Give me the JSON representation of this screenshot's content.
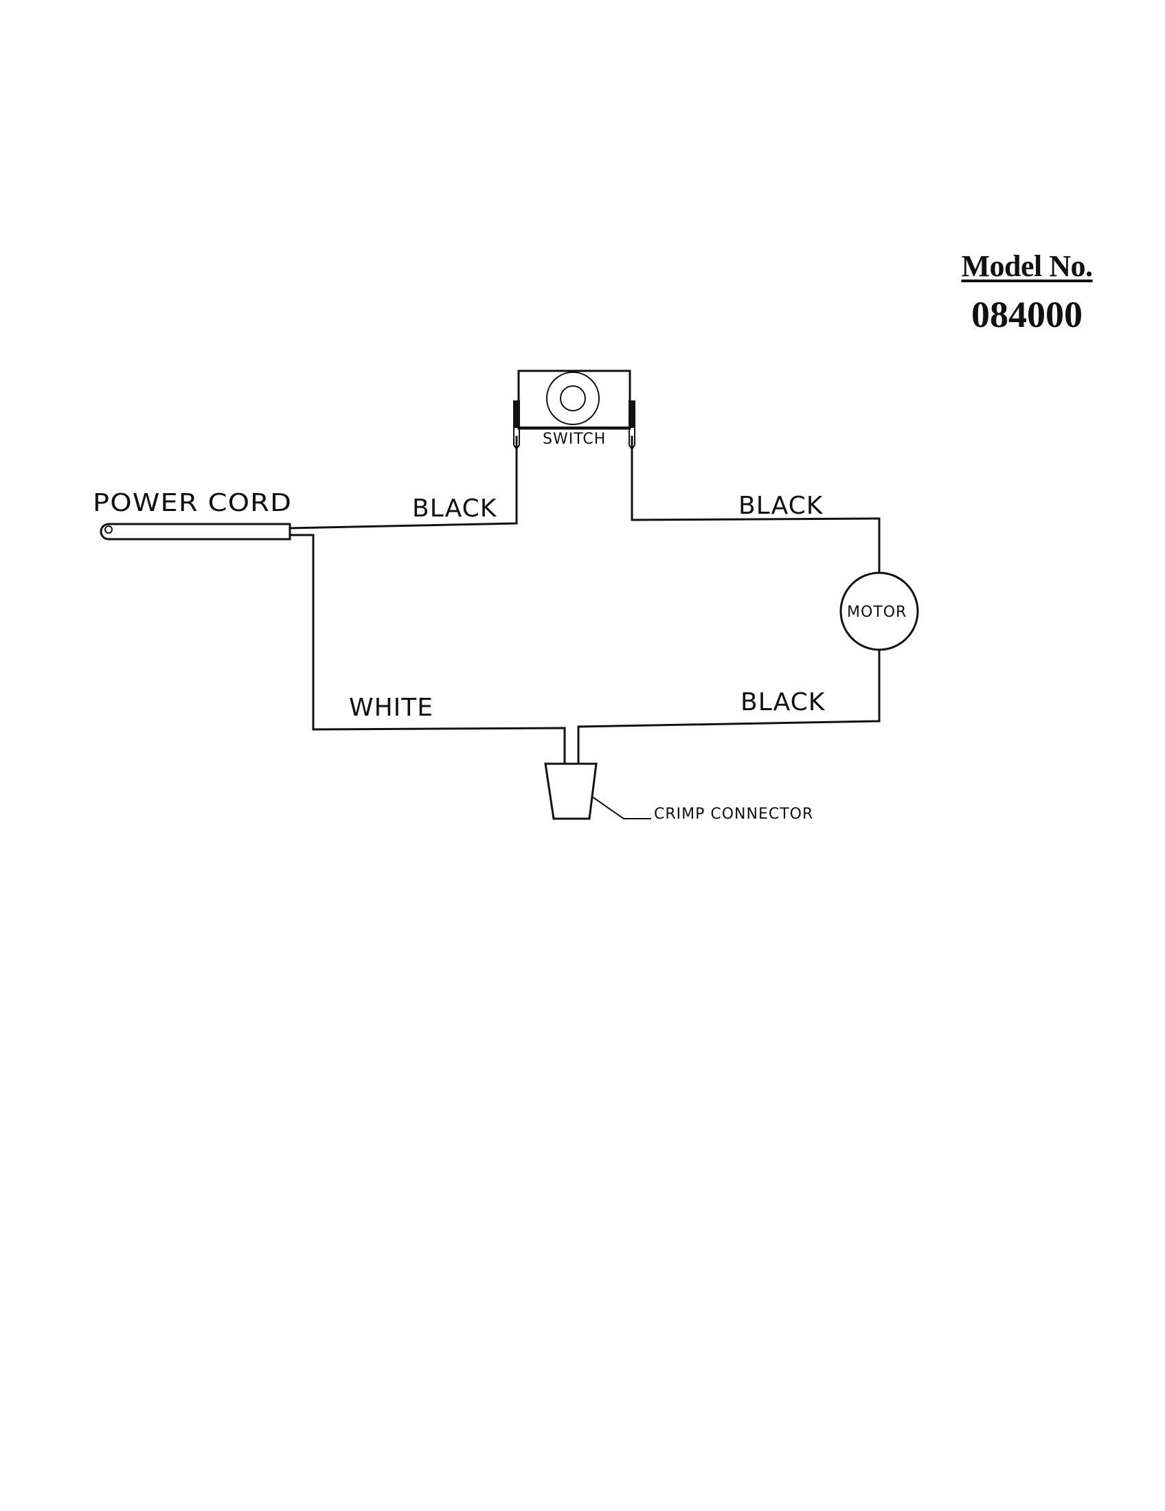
{
  "model": {
    "label": "Model No.",
    "number": "084000"
  },
  "labels": {
    "power_cord": "POWER  CORD",
    "switch": "SWITCH",
    "wire_top_left": "BLACK",
    "wire_top_right": "BLACK",
    "wire_bottom_left": "WHITE",
    "wire_bottom_right": "BLACK",
    "motor": "MOTOR",
    "crimp_connector": "CRIMP  CONNECTOR"
  },
  "colors": {
    "line": "#111111",
    "background": "#ffffff"
  }
}
